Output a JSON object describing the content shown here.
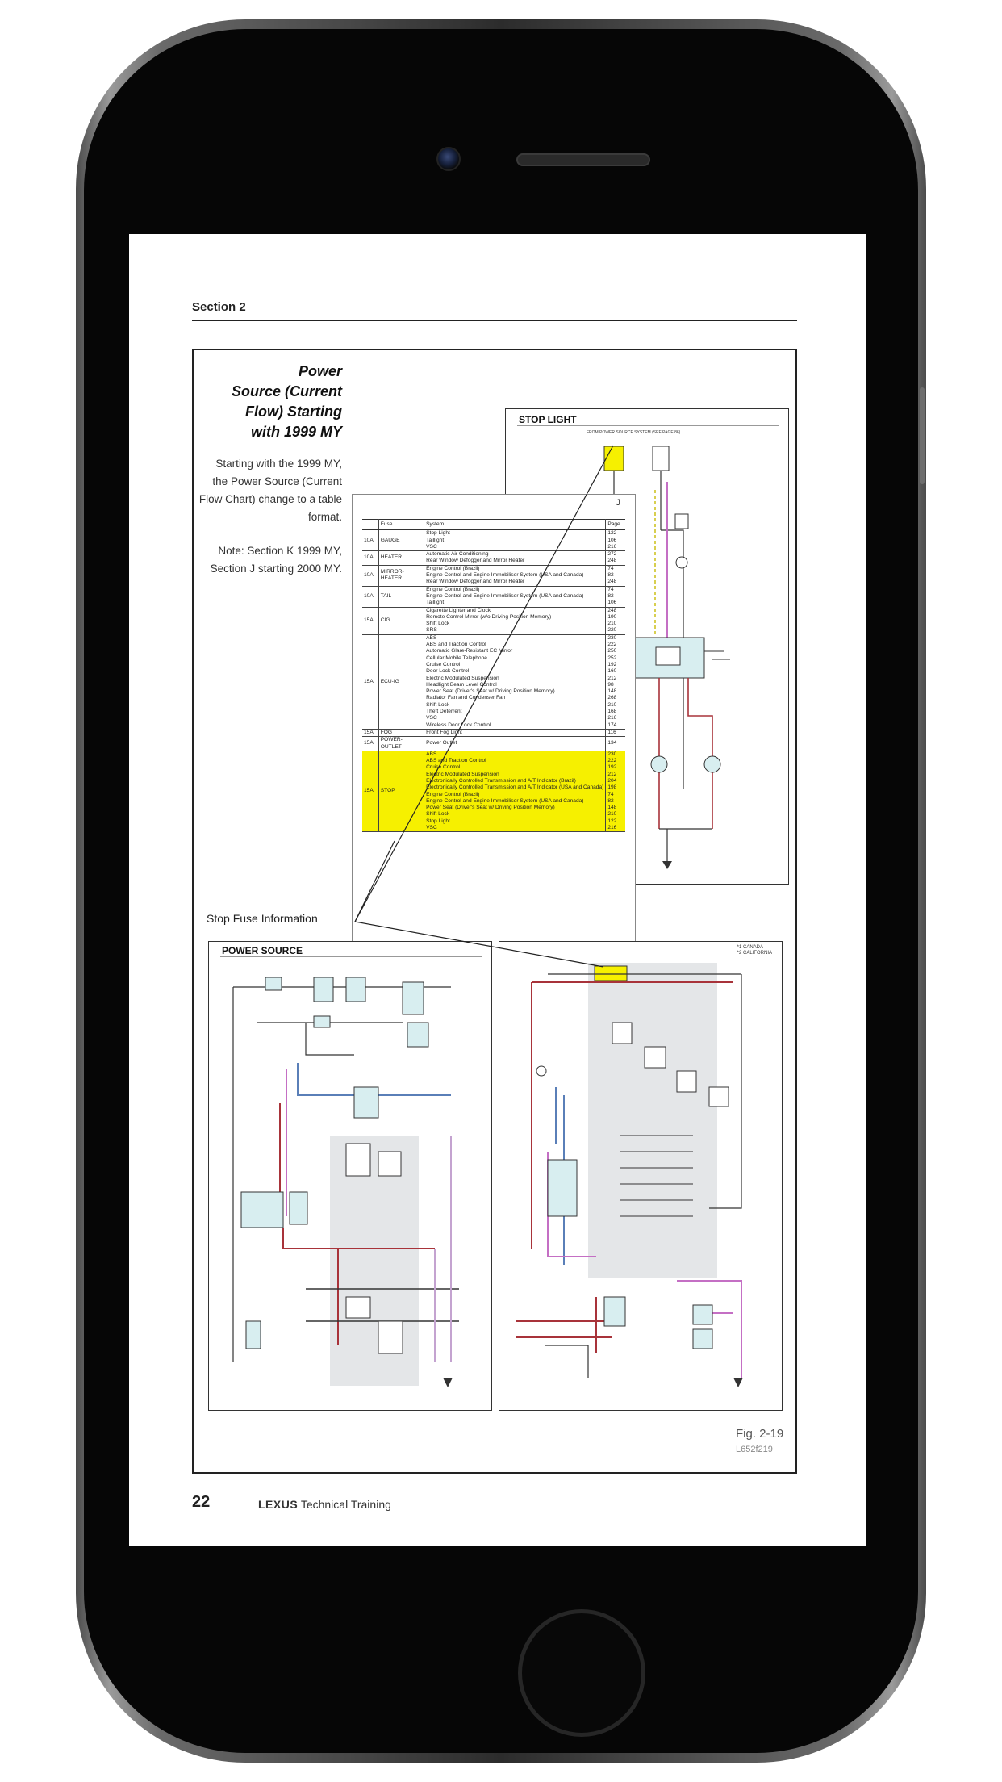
{
  "page": {
    "section": "Section 2",
    "title_lines": [
      "Power",
      "Source (Current",
      "Flow) Starting",
      "with 1999 MY"
    ],
    "intro": "Starting with the 1999 MY, the Power Source (Current Flow Chart) change to a table format.",
    "note": "Note: Section K 1999 MY, Section J starting 2000 MY.",
    "page_number": "22",
    "footer_brand": "LEXUS",
    "footer_text": "Technical Training"
  },
  "figure": {
    "stop_light_title": "STOP LIGHT",
    "stop_light_subtitle": "FROM POWER SOURCE SYSTEM (SEE PAGE 86)",
    "power_source_title": "POWER SOURCE",
    "right_note_1": "*1 CANADA",
    "right_note_2": "*2 CALIFORNIA",
    "callout": "Stop Fuse Information",
    "fig_label": "Fig. 2-19",
    "fig_code": "L652f219",
    "table_corner": "J",
    "highlight_color": "#f6f000"
  },
  "fuse_table": {
    "headers": [
      "Fuse",
      "System",
      "Page"
    ],
    "groups": [
      {
        "amp": "10A",
        "fuse": "GAUGE",
        "systems": [
          "Stop Light",
          "Taillight",
          "VSC"
        ],
        "pages": [
          "122",
          "106",
          "216"
        ],
        "highlight": false
      },
      {
        "amp": "10A",
        "fuse": "HEATER",
        "systems": [
          "Automatic Air Conditioning",
          "Rear Window Defogger and Mirror Heater"
        ],
        "pages": [
          "272",
          "248"
        ],
        "highlight": false
      },
      {
        "amp": "10A",
        "fuse": "MIRROR-HEATER",
        "systems": [
          "Engine Control (Brazil)",
          "Engine Control and Engine Immobiliser System (USA and Canada)",
          "Rear Window Defogger and Mirror Heater"
        ],
        "pages": [
          "74",
          "82",
          "248"
        ],
        "highlight": false
      },
      {
        "amp": "10A",
        "fuse": "TAIL",
        "systems": [
          "Engine Control (Brazil)",
          "Engine Control and Engine Immobiliser System (USA and Canada)",
          "Taillight"
        ],
        "pages": [
          "74",
          "82",
          "106"
        ],
        "highlight": false
      },
      {
        "amp": "15A",
        "fuse": "CIG",
        "systems": [
          "Cigarette Lighter and Clock",
          "Remote Control Mirror (w/o Driving Position Memory)",
          "Shift Lock",
          "SRS"
        ],
        "pages": [
          "248",
          "190",
          "210",
          "220"
        ],
        "highlight": false
      },
      {
        "amp": "15A",
        "fuse": "ECU-IG",
        "systems": [
          "ABS",
          "ABS and Traction Control",
          "Automatic Glare-Resistant EC Mirror",
          "Cellular Mobile Telephone",
          "Cruise Control",
          "Door Lock Control",
          "Electric Modulated Suspension",
          "Headlight Beam Level Control",
          "Power Seat (Driver's Seat w/ Driving Position Memory)",
          "Radiator Fan and Condenser Fan",
          "Shift Lock",
          "Theft Deterrent",
          "VSC",
          "Wireless Door Lock Control"
        ],
        "pages": [
          "230",
          "222",
          "250",
          "252",
          "192",
          "160",
          "212",
          "98",
          "148",
          "268",
          "210",
          "168",
          "216",
          "174"
        ],
        "highlight": false
      },
      {
        "amp": "15A",
        "fuse": "FOG",
        "systems": [
          "Front Fog Light"
        ],
        "pages": [
          "116"
        ],
        "highlight": false
      },
      {
        "amp": "15A",
        "fuse": "POWER-OUTLET",
        "systems": [
          "Power Outlet"
        ],
        "pages": [
          "134"
        ],
        "highlight": false
      },
      {
        "amp": "15A",
        "fuse": "STOP",
        "systems": [
          "ABS",
          "ABS and Traction Control",
          "Cruise Control",
          "Electric Modulated Suspension",
          "Electronically Controlled Transmission and A/T Indicator (Brazil)",
          "Electronically Controlled Transmission and A/T Indicator (USA and Canada)",
          "Engine Control (Brazil)",
          "Engine Control and Engine Immobiliser System (USA and Canada)",
          "Power Seat (Driver's Seat w/ Driving Position Memory)",
          "Shift Lock",
          "Stop Light",
          "VSC"
        ],
        "pages": [
          "230",
          "222",
          "192",
          "212",
          "204",
          "198",
          "74",
          "82",
          "148",
          "210",
          "122",
          "216"
        ],
        "highlight": true
      }
    ]
  }
}
